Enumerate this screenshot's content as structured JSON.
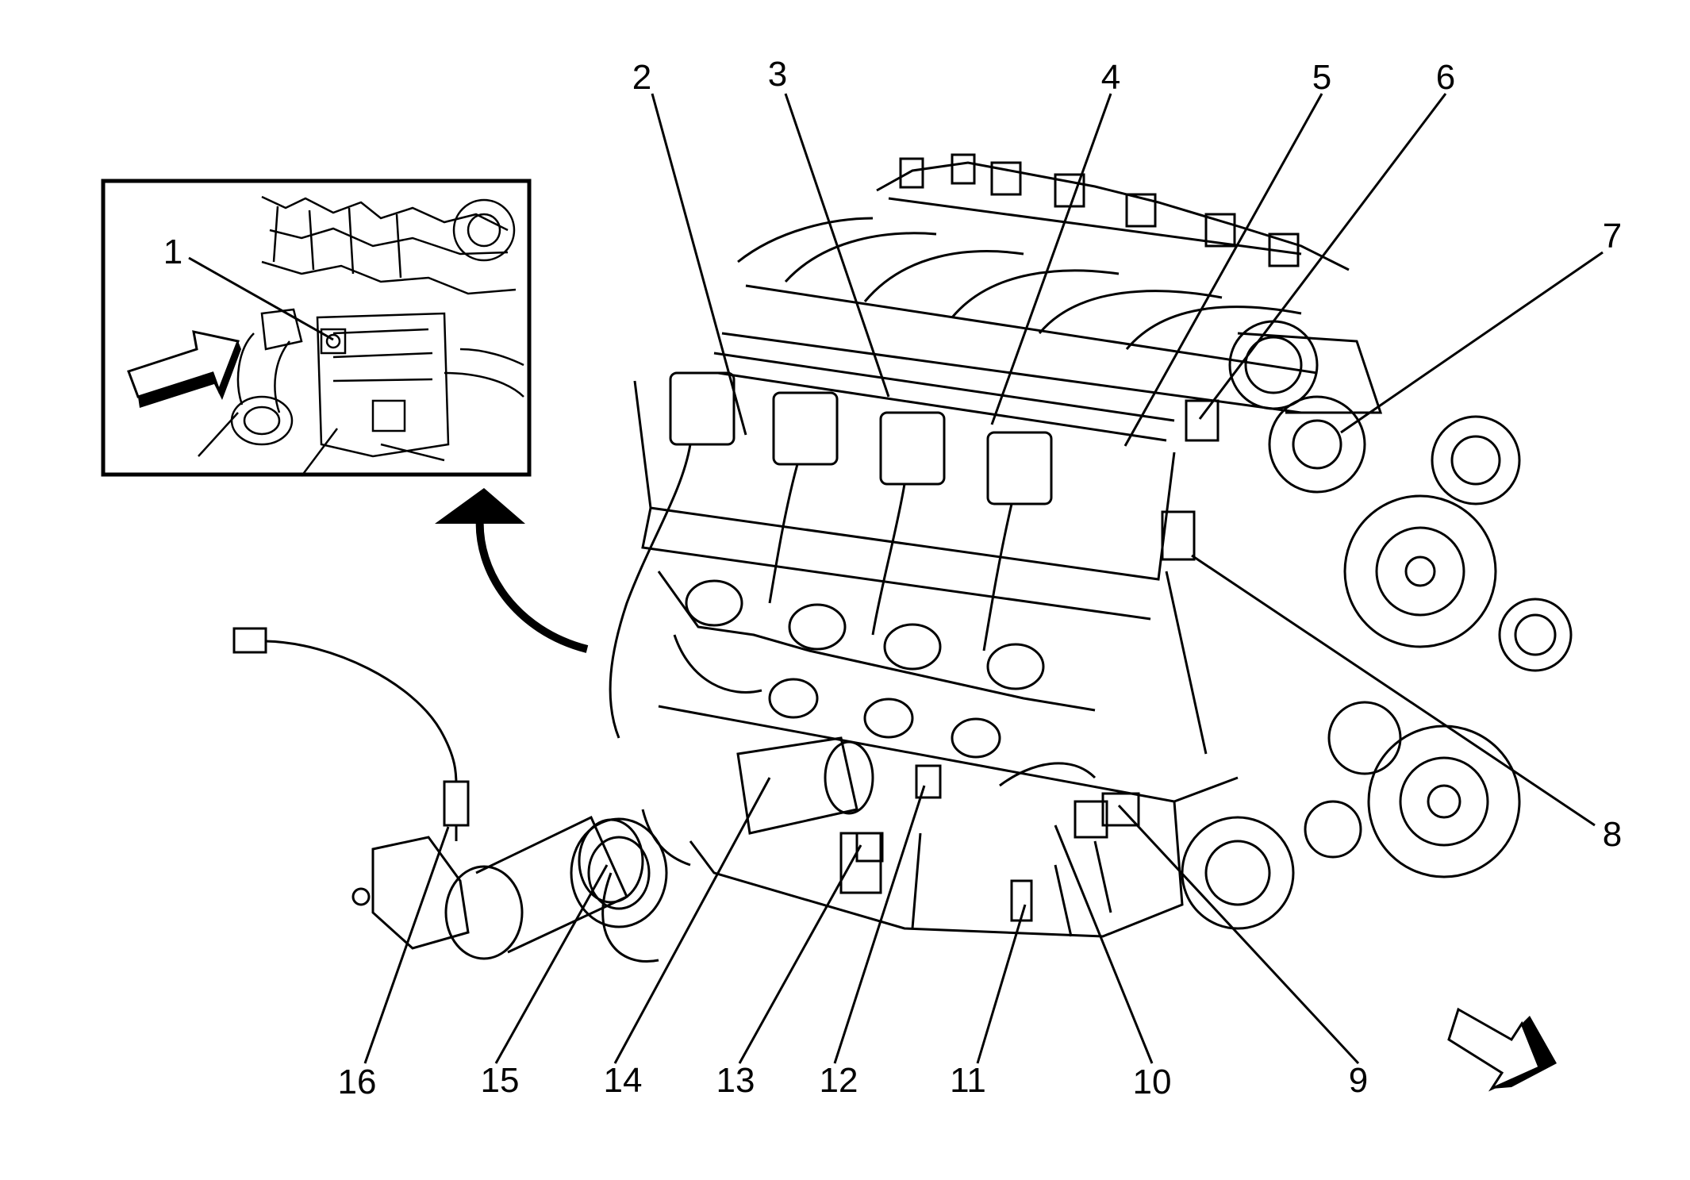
{
  "diagram": {
    "callouts": [
      {
        "id": "1",
        "label": "1"
      },
      {
        "id": "2",
        "label": "2"
      },
      {
        "id": "3",
        "label": "3"
      },
      {
        "id": "4",
        "label": "4"
      },
      {
        "id": "5",
        "label": "5"
      },
      {
        "id": "6",
        "label": "6"
      },
      {
        "id": "7",
        "label": "7"
      },
      {
        "id": "8",
        "label": "8"
      },
      {
        "id": "9",
        "label": "9"
      },
      {
        "id": "10",
        "label": "10"
      },
      {
        "id": "11",
        "label": "11"
      },
      {
        "id": "12",
        "label": "12"
      },
      {
        "id": "13",
        "label": "13"
      },
      {
        "id": "14",
        "label": "14"
      },
      {
        "id": "15",
        "label": "15"
      },
      {
        "id": "16",
        "label": "16"
      }
    ]
  }
}
